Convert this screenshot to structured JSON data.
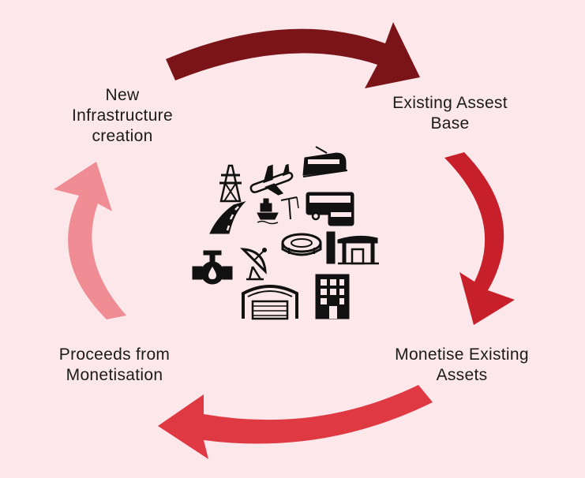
{
  "diagram": {
    "stages": [
      {
        "lines": [
          "New",
          "Infrastructure",
          "creation"
        ]
      },
      {
        "lines": [
          "Existing Assest",
          "Base"
        ]
      },
      {
        "lines": [
          "Monetise Existing",
          "Assets"
        ]
      },
      {
        "lines": [
          "Proceeds from",
          "Monetisation"
        ]
      }
    ],
    "colors": {
      "background": "#fce8ea",
      "arrow_top": "#7a1418",
      "arrow_right": "#c8202b",
      "arrow_bottom": "#df3a44",
      "arrow_left": "#f08c93",
      "icons": "#111111"
    },
    "icons": [
      "transmission-tower-icon",
      "airplane-icon",
      "train-icon",
      "road-icon",
      "port-ship-icon",
      "bus-icon",
      "water-pipe-icon",
      "satellite-dish-icon",
      "stadium-icon",
      "fuel-station-icon",
      "warehouse-icon",
      "building-icon"
    ]
  }
}
